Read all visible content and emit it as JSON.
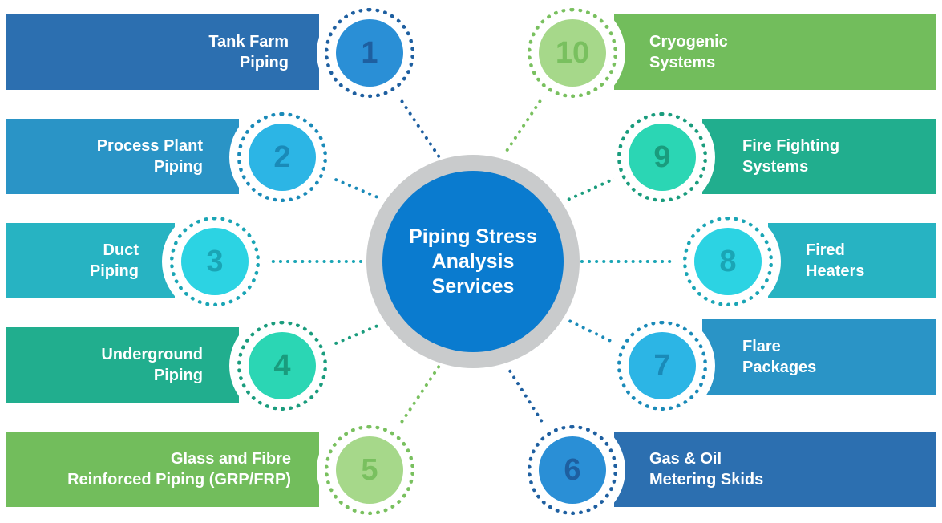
{
  "center": {
    "title": "Piping Stress\nAnalysis\nServices",
    "color": "#0a7bcf",
    "ring_color": "#c9cbcc"
  },
  "services": [
    {
      "number": "1",
      "label": "Tank Farm\nPiping",
      "side": "left",
      "bar_color": "#2c6fb0",
      "circle_color": "#2a8fd6",
      "dot_color": "#1e5fa0",
      "num_color": "#1e5fa0"
    },
    {
      "number": "2",
      "label": "Process Plant\nPiping",
      "side": "left",
      "bar_color": "#2a94c6",
      "circle_color": "#2cb5e5",
      "dot_color": "#1a8ab8",
      "num_color": "#1a8ab8"
    },
    {
      "number": "3",
      "label": "Duct\nPiping",
      "side": "left",
      "bar_color": "#27b3c2",
      "circle_color": "#2cd3e3",
      "dot_color": "#1aa5b5",
      "num_color": "#1aa5b5"
    },
    {
      "number": "4",
      "label": "Underground\nPiping",
      "side": "left",
      "bar_color": "#21ae8e",
      "circle_color": "#2bd6b4",
      "dot_color": "#1a9c7d",
      "num_color": "#1a9c7d"
    },
    {
      "number": "5",
      "label": "Glass and Fibre\nReinforced Piping (GRP/FRP)",
      "side": "left",
      "bar_color": "#72bd5c",
      "circle_color": "#a6d88a",
      "dot_color": "#79c05f",
      "num_color": "#79c05f"
    },
    {
      "number": "6",
      "label": "Gas & Oil\nMetering Skids",
      "side": "right",
      "bar_color": "#2c6fb0",
      "circle_color": "#2a8fd6",
      "dot_color": "#1e5fa0",
      "num_color": "#1e5fa0"
    },
    {
      "number": "7",
      "label": "Flare\nPackages",
      "side": "right",
      "bar_color": "#2a94c6",
      "circle_color": "#2cb5e5",
      "dot_color": "#1a8ab8",
      "num_color": "#1a8ab8"
    },
    {
      "number": "8",
      "label": "Fired\nHeaters",
      "side": "right",
      "bar_color": "#27b3c2",
      "circle_color": "#2cd3e3",
      "dot_color": "#1aa5b5",
      "num_color": "#1aa5b5"
    },
    {
      "number": "9",
      "label": "Fire Fighting\nSystems",
      "side": "right",
      "bar_color": "#21ae8e",
      "circle_color": "#2bd6b4",
      "dot_color": "#1a9c7d",
      "num_color": "#1a9c7d"
    },
    {
      "number": "10",
      "label": "Cryogenic\nSystems",
      "side": "right",
      "bar_color": "#72bd5c",
      "circle_color": "#a6d88a",
      "dot_color": "#79c05f",
      "num_color": "#79c05f"
    }
  ]
}
